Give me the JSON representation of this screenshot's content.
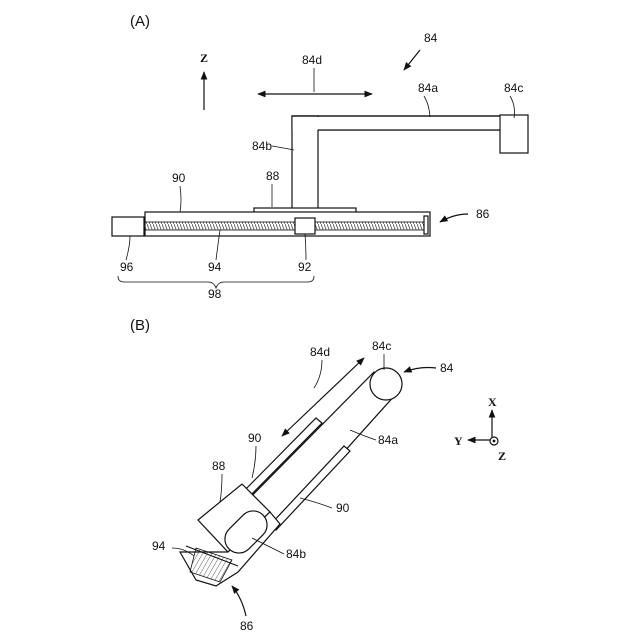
{
  "panel_a": {
    "label": "(A)",
    "axis": "Z",
    "refs": {
      "r84": "84",
      "r84d": "84d",
      "r84a": "84a",
      "r84c": "84c",
      "r84b": "84b",
      "r88": "88",
      "r90": "90",
      "r86": "86",
      "r96": "96",
      "r94": "94",
      "r92": "92",
      "r98": "98"
    }
  },
  "panel_b": {
    "label": "(B)",
    "axes": {
      "x": "X",
      "y": "Y",
      "z": "Z"
    },
    "refs": {
      "r84d": "84d",
      "r84c": "84c",
      "r84": "84",
      "r90_top": "90",
      "r84a": "84a",
      "r88": "88",
      "r90_right": "90",
      "r94": "94",
      "r84b": "84b",
      "r86": "86"
    }
  },
  "colors": {
    "line": "#111111",
    "background": "#ffffff"
  }
}
